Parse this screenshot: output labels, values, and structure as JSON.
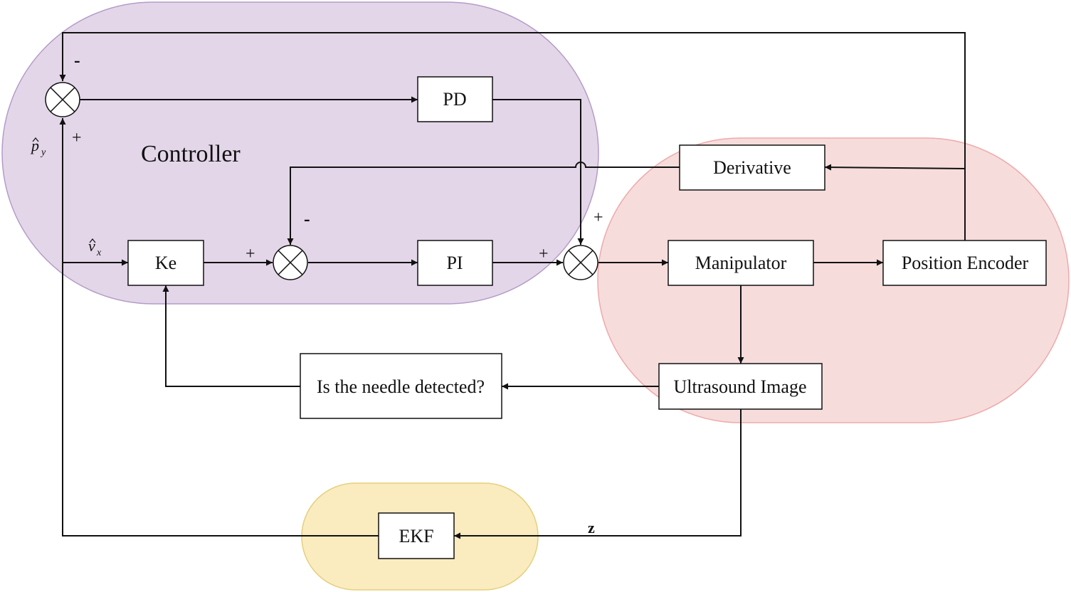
{
  "colors": {
    "controller_region": "#e3d6e8",
    "controller_border": "#b59bc9",
    "plant_region": "#f7dcdc",
    "plant_border": "#efa9a9",
    "estimator_region": "#faecbf",
    "estimator_border": "#e5cf7d",
    "line": "#111111"
  },
  "regions": {
    "controller_title": "Controller"
  },
  "blocks": {
    "pd": "PD",
    "pi": "PI",
    "ke": "Ke",
    "derivative": "Derivative",
    "manipulator": "Manipulator",
    "position_encoder": "Position Encoder",
    "ultrasound_image": "Ultrasound Image",
    "needle_check": "Is the needle detected?",
    "ekf": "EKF"
  },
  "signals": {
    "py_hat_base": "p",
    "py_hat_sub": "y",
    "vx_hat_base": "v",
    "vx_hat_sub": "x",
    "z": "z"
  },
  "signs": {
    "sum1_top": "-",
    "sum1_bottom": "+",
    "sum2_left": "+",
    "sum2_top": "-",
    "sum3_left": "+",
    "sum3_top": "+"
  }
}
